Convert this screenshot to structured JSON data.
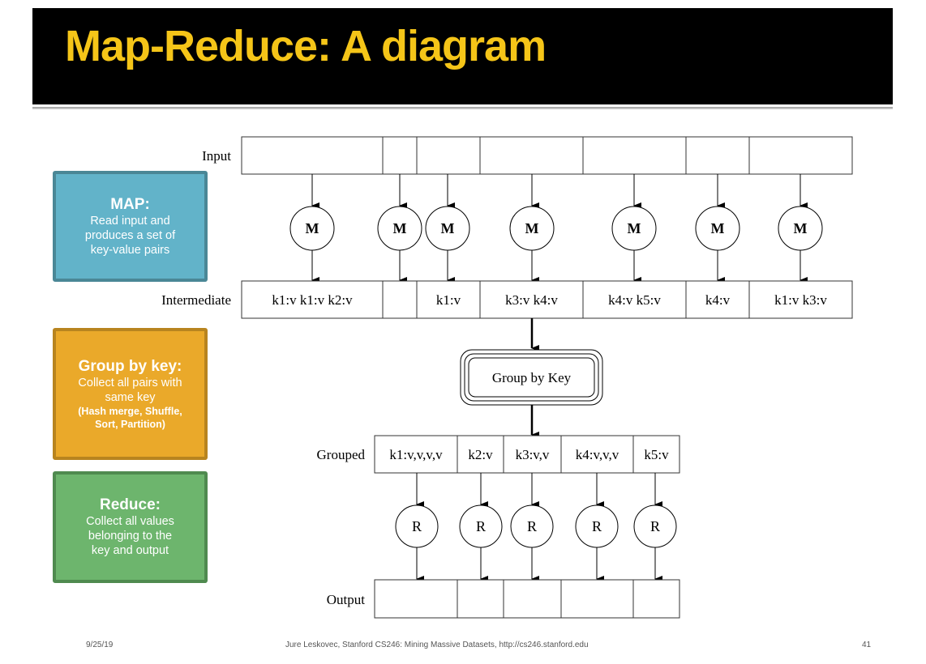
{
  "slide": {
    "title": "Map-Reduce: A diagram",
    "colors": {
      "title_bg": "#000000",
      "title_text": "#f5c518",
      "map_box": "#62b3c9",
      "group_box": "#eaa92a",
      "reduce_box": "#6db56d"
    }
  },
  "side_boxes": {
    "map": {
      "heading": "MAP:",
      "lines": [
        "Read input and",
        "produces a set of",
        "key-value pairs"
      ]
    },
    "group": {
      "heading": "Group by key:",
      "lines": [
        "Collect all pairs with",
        "same key"
      ],
      "note_lines": [
        "(Hash merge, Shuffle,",
        "Sort, Partition)"
      ]
    },
    "reduce": {
      "heading": "Reduce:",
      "lines": [
        "Collect all values",
        "belonging to the",
        "key and output"
      ]
    }
  },
  "diagram": {
    "row_labels": {
      "input": "Input",
      "intermediate": "Intermediate",
      "grouped": "Grouped",
      "output": "Output"
    },
    "input_cells": [
      "",
      "",
      "",
      "",
      "",
      "",
      ""
    ],
    "map_node_label": "M",
    "map_node_count": 7,
    "intermediate_cells": [
      "k1:v k1:v k2:v",
      "",
      "k1:v",
      "k3:v k4:v",
      "k4:v k5:v",
      "k4:v",
      "k1:v k3:v"
    ],
    "group_node_label": "Group by Key",
    "grouped_cells": [
      "k1:v,v,v,v",
      "k2:v",
      "k3:v,v",
      "k4:v,v,v",
      "k5:v"
    ],
    "reduce_node_label": "R",
    "reduce_node_count": 5,
    "output_cells": [
      "",
      "",
      "",
      "",
      ""
    ]
  },
  "footer": {
    "date": "9/25/19",
    "credit": "Jure Leskovec, Stanford CS246: Mining Massive Datasets, http://cs246.stanford.edu",
    "page_number": "41"
  }
}
